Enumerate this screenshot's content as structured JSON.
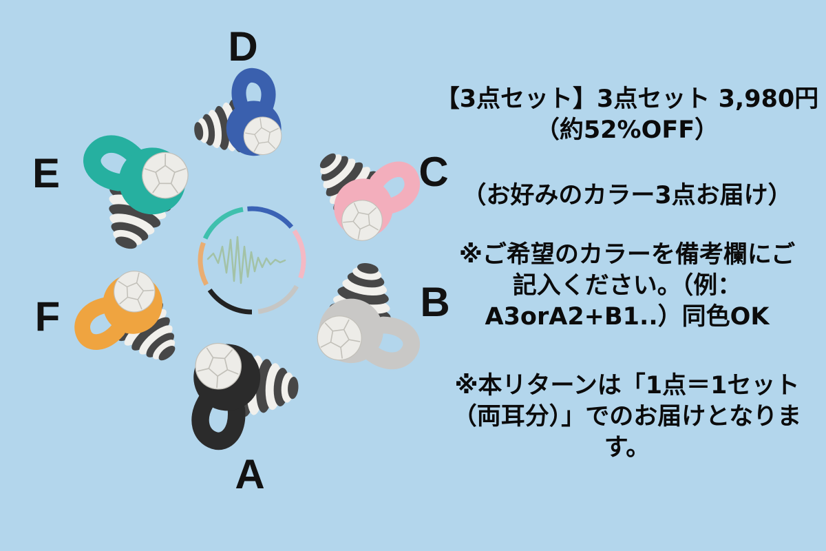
{
  "page": {
    "background_color": "#b3d6ec"
  },
  "scene": {
    "description": "six silicone earplugs arranged in a circle around a sound-wave logo",
    "products": [
      {
        "label": "A",
        "color_name": "black",
        "color": "#2b2b2b"
      },
      {
        "label": "B",
        "color_name": "gray",
        "color": "#c9c8c6"
      },
      {
        "label": "C",
        "color_name": "pink",
        "color": "#f3aebc"
      },
      {
        "label": "D",
        "color_name": "blue",
        "color": "#3a60ae"
      },
      {
        "label": "E",
        "color_name": "teal",
        "color": "#26b0a0"
      },
      {
        "label": "F",
        "color_name": "orange",
        "color": "#efa440"
      }
    ],
    "logo": {
      "icon": "sound-waveform-icon",
      "waveform_color": "#a3c2a6",
      "ring_segment_colors": [
        "#3fc0ad",
        "#3a62b5",
        "#f4b9c4",
        "#c6c6c4",
        "#222222",
        "#e9ad72"
      ]
    },
    "earplug_parts": {
      "stripe_dark": "#474747",
      "stripe_light": "#f1f0ec",
      "cap_fill": "#edece8",
      "cap_line": "#c2c0b9"
    }
  },
  "text_panel": {
    "offer": {
      "lines": [
        "【3点セット】3点セット 3,980円",
        "（約52%OFF）"
      ]
    },
    "subtitle": "（お好みのカラー3点お届け）",
    "color_note": {
      "lines": [
        "※ご希望のカラーを備考欄にご",
        "記入ください。（例：",
        "A3orA2+B1..）同色OK"
      ]
    },
    "set_note": {
      "lines": [
        "※本リターンは「1点＝1セット",
        "（両耳分）」でのお届けとなりま",
        "す。"
      ]
    }
  }
}
